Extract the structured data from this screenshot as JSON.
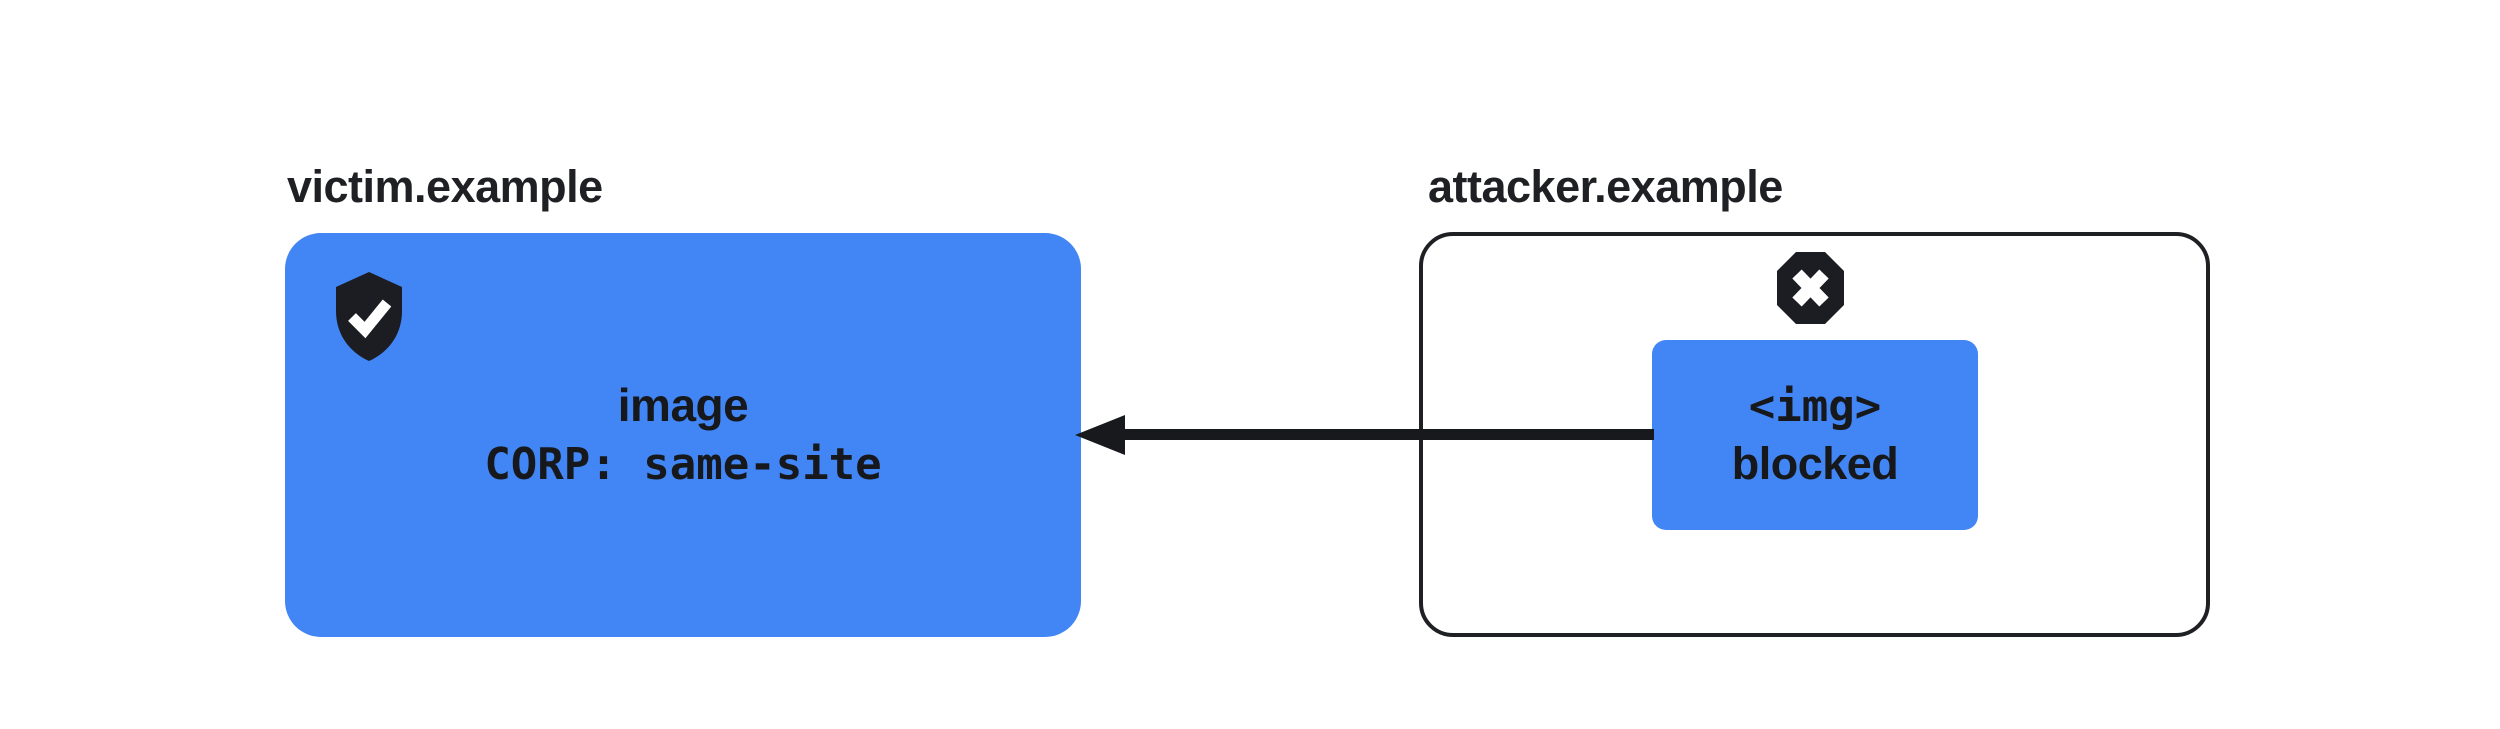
{
  "colors": {
    "blue": "#4285F4",
    "ink": "#1E2024",
    "bg": "#FFFFFF"
  },
  "victim": {
    "label": "victim.example",
    "icon": "shield-check",
    "lines": [
      "image",
      "CORP: same-site"
    ]
  },
  "attacker": {
    "label": "attacker.example",
    "icon": "blocked-octagon-cross",
    "request": {
      "lines": [
        "<img>",
        "blocked"
      ]
    }
  },
  "arrow": {
    "direction": "right-to-left",
    "from": "attacker.example request",
    "to": "victim.example resource"
  }
}
